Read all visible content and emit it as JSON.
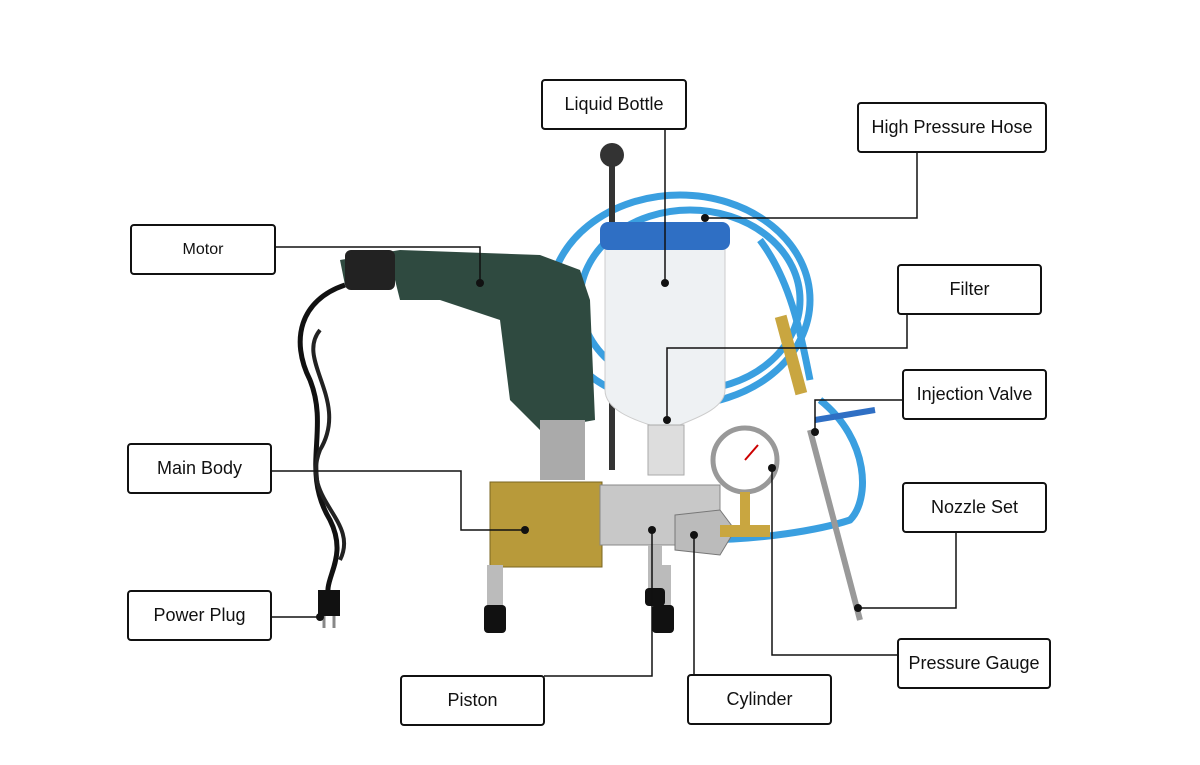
{
  "labels": {
    "liquid_bottle": "Liquid Bottle",
    "high_pressure_hose": "High Pressure Hose",
    "motor": "Motor",
    "filter": "Filter",
    "injection_valve": "Injection Valve",
    "main_body": "Main Body",
    "nozzle_set": "Nozzle Set",
    "power_plug": "Power Plug",
    "piston": "Piston",
    "cylinder": "Cylinder",
    "pressure_gauge": "Pressure Gauge"
  },
  "colors": {
    "hose": "#3a9fe0",
    "drill": "#2f4a40",
    "body": "#b89a3a",
    "cap": "#2f6fc4"
  }
}
